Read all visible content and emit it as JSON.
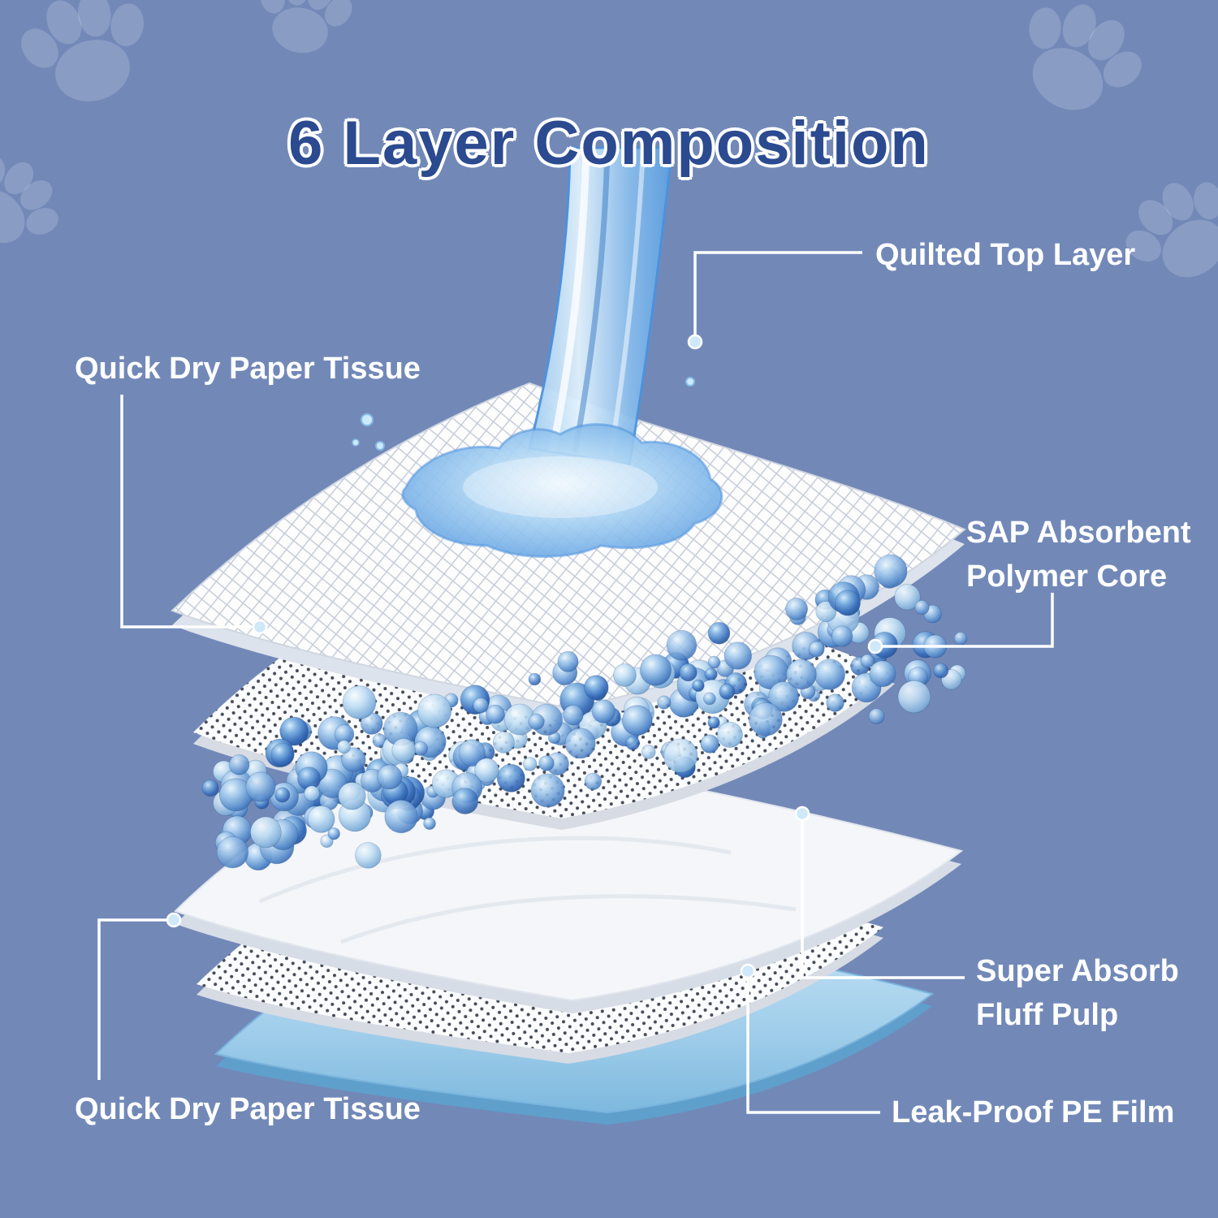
{
  "title": "6 Layer Composition",
  "labels": {
    "quilted_top": "Quilted Top Layer",
    "tissue_top": "Quick Dry Paper Tissue",
    "sap_core": "SAP Absorbent Polymer Core",
    "fluff_pulp": "Super Absorb Fluff Pulp",
    "pe_film": "Leak-Proof PE Film",
    "tissue_bottom": "Quick Dry Paper Tissue"
  },
  "colors": {
    "background": "#7289b8",
    "title_text": "#2b4a8f",
    "label_text": "#ffffff",
    "bead_blue": "#3a6fbc",
    "pe_film_blue": "#9fcdea",
    "water_blue": "#5d9fe0"
  }
}
